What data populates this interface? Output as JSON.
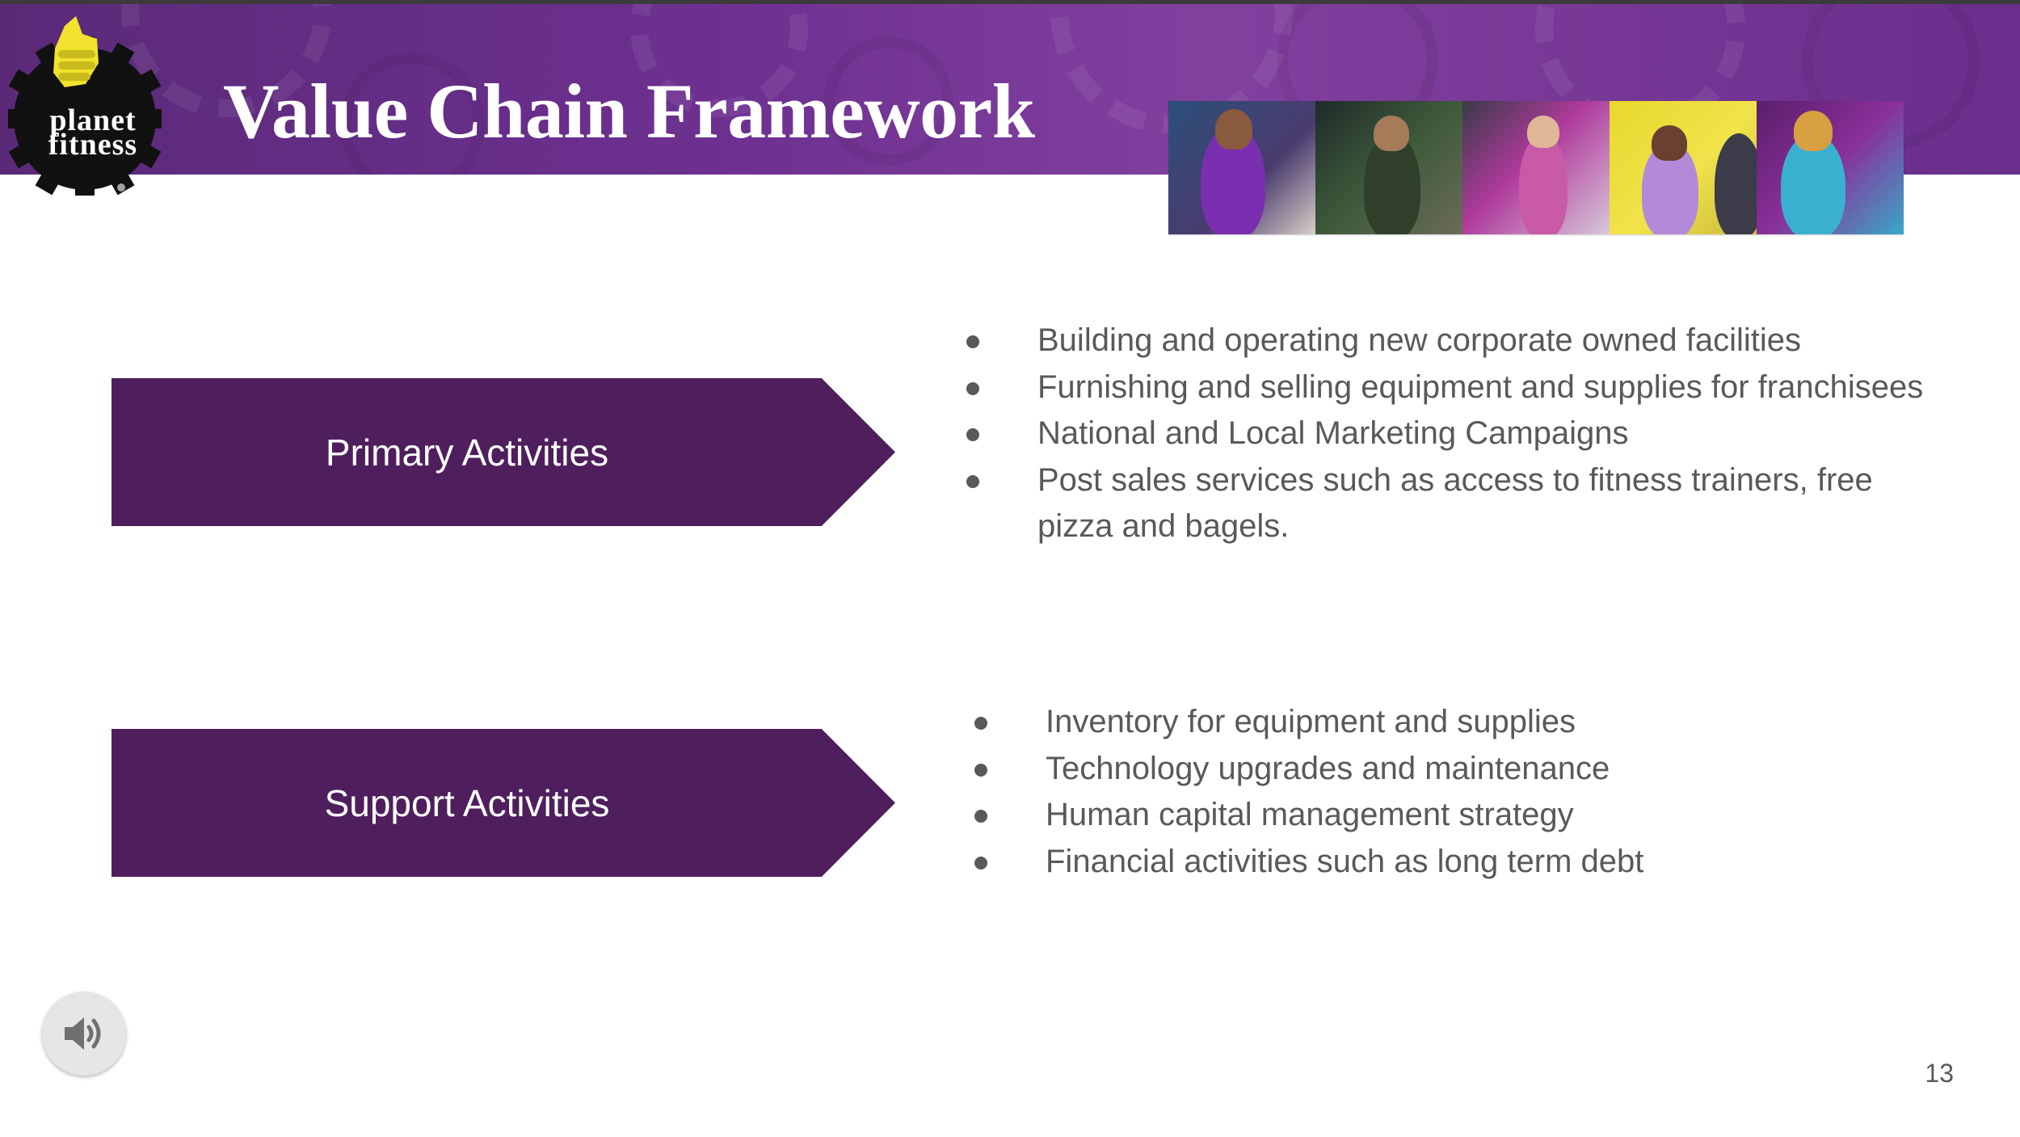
{
  "slide": {
    "title": "Value Chain Framework",
    "logo": {
      "line1": "planet",
      "line2": "fitness"
    },
    "page_number": "13",
    "audio_icon": "speaker-icon",
    "colors": {
      "banner_purple": "#6d3090",
      "arrow_purple": "#4e1f5c",
      "logo_yellow": "#f2e22e",
      "body_text": "#595959"
    }
  },
  "primary": {
    "label": "Primary Activities",
    "items": [
      "Building and operating new corporate owned facilities",
      "Furnishing and selling equipment and supplies for franchisees",
      "National and Local Marketing Campaigns",
      "Post sales services such as access to fitness trainers, free pizza and bagels."
    ]
  },
  "support": {
    "label": "Support Activities",
    "items": [
      "Inventory for equipment and supplies",
      "Technology upgrades and maintenance",
      "Human capital management strategy",
      "Financial activities such as long term debt"
    ]
  }
}
